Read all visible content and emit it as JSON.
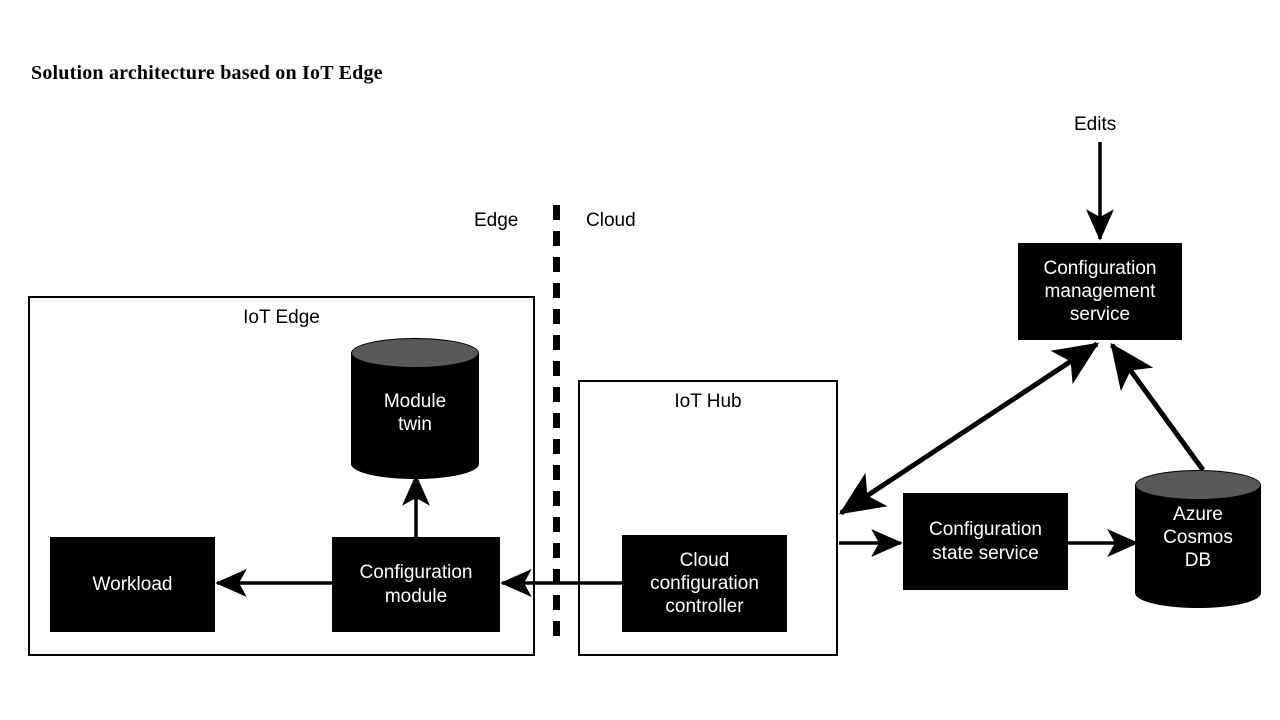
{
  "page": {
    "title": "Solution architecture based on IoT Edge",
    "background_color": "#ffffff",
    "ink_color": "#000000",
    "node_fill": "#000000",
    "node_text_color": "#ffffff",
    "cylinder_top_color": "#595959"
  },
  "zones": {
    "edge_label": "Edge",
    "cloud_label": "Cloud",
    "divider": "dashed-vertical-divider"
  },
  "containers": [
    {
      "id": "iot-edge",
      "label": "IoT Edge"
    },
    {
      "id": "iot-hub",
      "label": "IoT Hub"
    }
  ],
  "nodes": [
    {
      "id": "module-twin",
      "label": "Module\ntwin",
      "line1": "Module",
      "line2": "twin",
      "shape": "cylinder"
    },
    {
      "id": "workload",
      "label": "Workload",
      "shape": "rect"
    },
    {
      "id": "configuration-module",
      "line1": "Configuration",
      "line2": "module",
      "shape": "rect"
    },
    {
      "id": "cloud-configuration-controller",
      "line1": "Cloud",
      "line2": "configuration",
      "line3": "controller",
      "shape": "rect"
    },
    {
      "id": "configuration-management-service",
      "line1": "Configuration",
      "line2": "management",
      "line3": "service",
      "shape": "rect"
    },
    {
      "id": "configuration-state-service",
      "line1": "Configuration",
      "line2": "state service",
      "shape": "rect"
    },
    {
      "id": "azure-cosmos-db",
      "line1": "Azure",
      "line2": "Cosmos",
      "line3": "DB",
      "shape": "cylinder"
    }
  ],
  "annotations": {
    "edits": "Edits"
  },
  "edges": [
    {
      "from": "edits",
      "to": "configuration-management-service",
      "style": "arrow-down"
    },
    {
      "from": "configuration-management-service",
      "to": "iot-hub",
      "style": "double-headed-diagonal"
    },
    {
      "from": "azure-cosmos-db",
      "to": "configuration-management-service",
      "style": "arrow-diagonal"
    },
    {
      "from": "iot-hub",
      "to": "configuration-state-service",
      "style": "arrow-right"
    },
    {
      "from": "configuration-state-service",
      "to": "azure-cosmos-db",
      "style": "arrow-right"
    },
    {
      "from": "cloud-configuration-controller",
      "to": "configuration-module",
      "style": "arrow-left"
    },
    {
      "from": "configuration-module",
      "to": "workload",
      "style": "arrow-left"
    },
    {
      "from": "configuration-module",
      "to": "module-twin",
      "style": "arrow-up"
    }
  ]
}
